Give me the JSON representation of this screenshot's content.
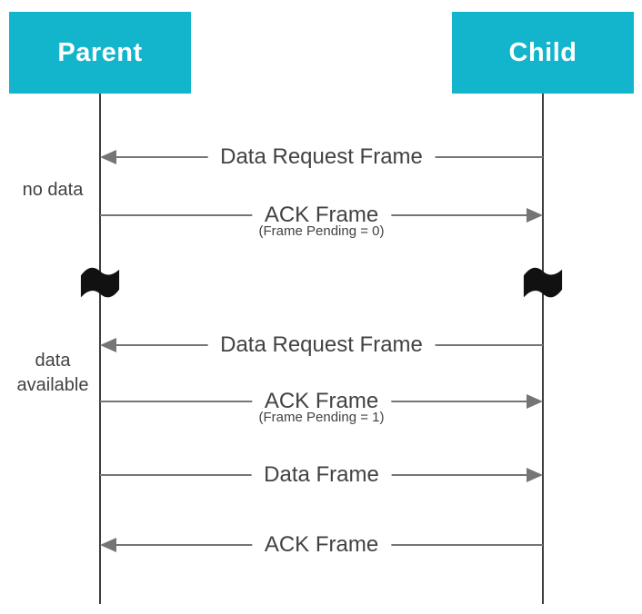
{
  "diagram": {
    "actors": [
      {
        "label": "Parent"
      },
      {
        "label": "Child"
      }
    ],
    "side_notes": [
      {
        "label": "no data"
      },
      {
        "label": "data\navailable"
      }
    ],
    "messages": [
      {
        "label": "Data Request Frame",
        "direction": "left"
      },
      {
        "label": "ACK Frame",
        "subtitle": "(Frame Pending = 0)",
        "direction": "right"
      },
      {
        "label": "Data Request Frame",
        "direction": "left"
      },
      {
        "label": "ACK Frame",
        "subtitle": "(Frame Pending = 1)",
        "direction": "right"
      },
      {
        "label": "Data Frame",
        "direction": "right"
      },
      {
        "label": "ACK Frame",
        "direction": "left"
      }
    ]
  },
  "colors": {
    "actor_bg": "#12b5cb",
    "line": "#757575",
    "lifeline": "#3d3d3d",
    "text": "#424242",
    "flag": "#111111"
  }
}
